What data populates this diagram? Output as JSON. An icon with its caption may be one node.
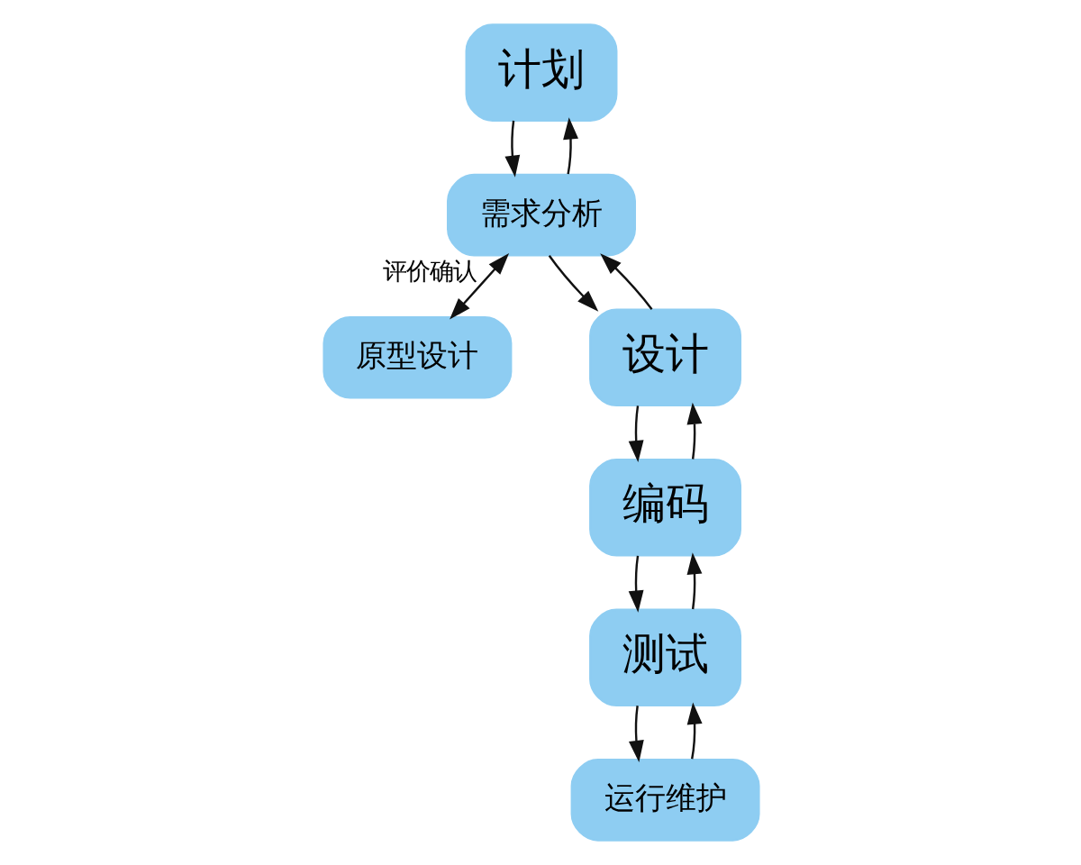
{
  "diagram": {
    "nodes": [
      {
        "text": [
          "计划"
        ]
      },
      {
        "text": [
          "需求分析"
        ]
      },
      {
        "text": [
          "原型设计"
        ]
      },
      {
        "text": [
          "设计"
        ]
      },
      {
        "text": [
          "编码"
        ]
      },
      {
        "text": [
          "测试"
        ]
      },
      {
        "text": [
          "运行维护"
        ]
      }
    ],
    "edges": [
      {
        "from": 0,
        "to": 1,
        "arrow": "to"
      },
      {
        "from": 1,
        "to": 0,
        "arrow": "to"
      },
      {
        "from": 1,
        "to": 2,
        "arrow": "both",
        "label": "评价确认"
      },
      {
        "from": 1,
        "to": 3,
        "arrow": "to"
      },
      {
        "from": 3,
        "to": 1,
        "arrow": "to"
      },
      {
        "from": 3,
        "to": 4,
        "arrow": "to"
      },
      {
        "from": 4,
        "to": 3,
        "arrow": "to"
      },
      {
        "from": 4,
        "to": 5,
        "arrow": "to"
      },
      {
        "from": 5,
        "to": 4,
        "arrow": "to"
      },
      {
        "from": 5,
        "to": 6,
        "arrow": "to"
      },
      {
        "from": 6,
        "to": 5,
        "arrow": "to"
      }
    ]
  }
}
